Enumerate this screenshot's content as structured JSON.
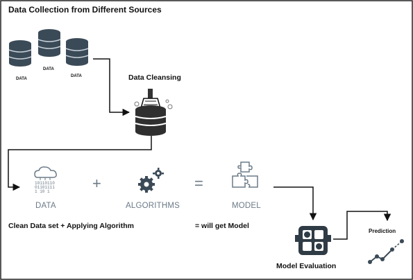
{
  "title": "Data Collection from Different Sources",
  "sources": {
    "label_1": "DATA",
    "label_2": "DATA",
    "label_3": "DATA"
  },
  "cleansing": {
    "label": "Data Cleansing"
  },
  "pipeline": {
    "data_label": "DATA",
    "plus": "+",
    "algorithms_label": "ALGORITHMS",
    "equals": "=",
    "model_label": "MODEL",
    "binary_text": [
      "10110110",
      "01101111",
      "1  10 1"
    ]
  },
  "captions": {
    "left": "Clean Data set  + Applying Algorithm",
    "right": "=  will get Model"
  },
  "evaluation": {
    "label": "Model Evaluation"
  },
  "prediction": {
    "label": "Prediction"
  },
  "colors": {
    "line": "#111111",
    "icon_gray": "#6b7a87",
    "db_top": "#3b4a57",
    "db_band": "#5a6b79"
  },
  "icons": [
    "database-icon",
    "cleansing-bucket-icon",
    "cloud-data-icon",
    "gears-icon",
    "puzzle-icon",
    "grid-evaluation-icon",
    "trend-line-icon"
  ]
}
